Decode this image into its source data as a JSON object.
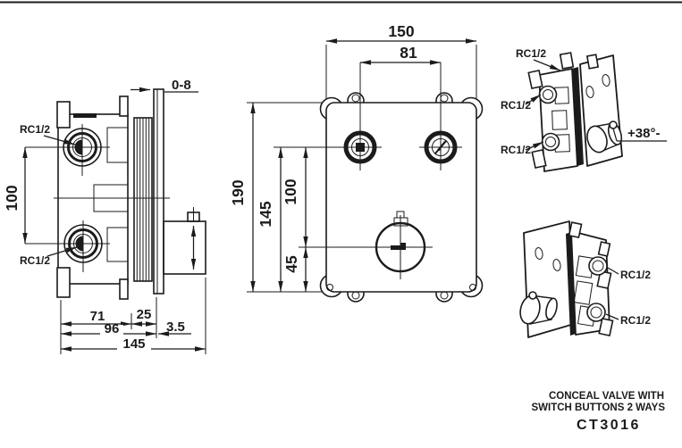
{
  "colors": {
    "ink": "#1b1b1b",
    "background": "#ffffff"
  },
  "title_block": {
    "line1": "CONCEAL VALVE WITH",
    "line2": "SWITCH BUTTONS 2 WAYS",
    "code": "CT3016"
  },
  "side_view": {
    "port_label_top": "RC1/2",
    "port_label_bottom": "RC1/2",
    "dim_wall_gap": "0-8",
    "dim_port_spacing": "100",
    "dim_body_depth": "71",
    "dim_fin_depth": "25",
    "dim_depth_to_plate": "96",
    "dim_plate_thickness": "3.5",
    "dim_total_depth": "145"
  },
  "front_view": {
    "dim_width": "150",
    "dim_button_spacing": "81",
    "dim_height": "190",
    "dim_buttons_to_bottom": "145",
    "dim_buttons_to_knob": "100",
    "dim_knob_to_bottom": "45"
  },
  "iso_front_view": {
    "port_label_1": "RC1/2",
    "port_label_2": "RC1/2",
    "port_label_3": "RC1/2",
    "temperature_label": "+38°-"
  },
  "iso_back_view": {
    "port_label_1": "RC1/2",
    "port_label_2": "RC1/2"
  }
}
